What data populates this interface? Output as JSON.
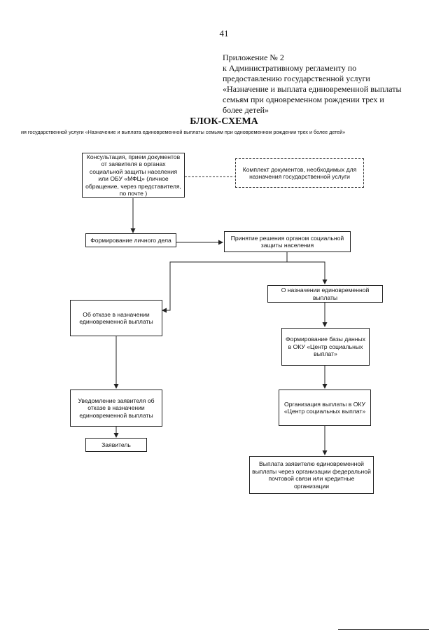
{
  "page": {
    "number": "41",
    "appendix_lines": [
      "Приложение № 2",
      "к   Административному  регламенту  по",
      "предоставлению государственной услуги",
      "«Назначение и выплата единовременной выплаты",
      "семьям при одновременном рождении трех и",
      "более детей»"
    ],
    "title": "БЛОК-СХЕМА",
    "subtitle": "ия государственной услуги  «Назначение и выплата единовременной выплаты семьям при одновременном рождении трех и более детей»"
  },
  "diagram": {
    "nodes": {
      "consultation": "Консультация, прием документов от заявителя в органах социальной защиты населения или  ОБУ «МФЦ» (личное обращение, через представителя, по почте )",
      "documents_set": "Комплект документов, необходимых для назначения государственной услуги",
      "personal_file": "Формирование личного дела",
      "decision": "Принятие решения органом социальной защиты населения",
      "refusal": "Об отказе в назначении единовременной выплаты",
      "assignment": "О назначении единовременной выплаты",
      "database": "Формирование базы данных в ОКУ «Центр социальных выплат»",
      "notification": "Уведомление заявителя об отказе в назначении единовременной выплаты",
      "payment_org": "Организация выплаты в ОКУ «Центр социальных выплат»",
      "applicant": "Заявитель",
      "payout": "Выплата заявителю единовременной выплаты через организации федеральной почтовой связи или кредитные организации"
    }
  }
}
